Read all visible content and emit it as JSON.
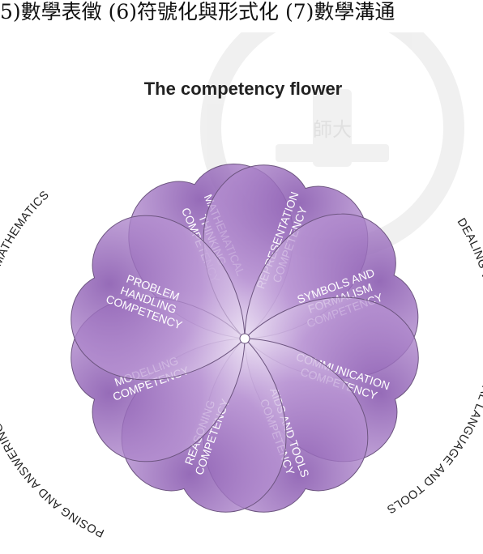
{
  "caption": "5)數學表徵 (6)符號化與形式化 (7)數學溝通",
  "title": "The competency flower",
  "watermark_text": "師大",
  "ring_labels": {
    "left": "POSING AND ANSWERING QUESTIONS IN AND WITH MATHEMATICS",
    "right": "DEALING WITH MATHEMATICAL LANGUAGE AND TOOLS"
  },
  "petals": [
    {
      "id": "mathematical-thinking",
      "lines": [
        "MATHEMATICAL",
        "THINKING",
        "COMPETENCY"
      ]
    },
    {
      "id": "representation",
      "lines": [
        "REPRESENTATION",
        "COMPETENCY"
      ]
    },
    {
      "id": "symbols-and-formalism",
      "lines": [
        "SYMBOLS AND",
        "FORMALISM",
        "COMPETENCY"
      ]
    },
    {
      "id": "communication",
      "lines": [
        "COMMUNICATION",
        "COMPETENCY"
      ]
    },
    {
      "id": "aids-and-tools",
      "lines": [
        "AIDS AND TOOLS",
        "COMPETENCY"
      ]
    },
    {
      "id": "reasoning",
      "lines": [
        "REASONING",
        "COMPETENCY"
      ]
    },
    {
      "id": "modelling",
      "lines": [
        "MODELLING",
        "COMPETENCY"
      ]
    },
    {
      "id": "problem-handling",
      "lines": [
        "PROBLEM",
        "HANDLING",
        "COMPETENCY"
      ]
    }
  ],
  "colors": {
    "petal_dark": "#9a6bbd",
    "petal_light": "#f7f1fb",
    "petal_stroke": "#6d5580",
    "text": "#222222",
    "petal_text": "#ffffff",
    "watermark": "#e6e6e6"
  }
}
